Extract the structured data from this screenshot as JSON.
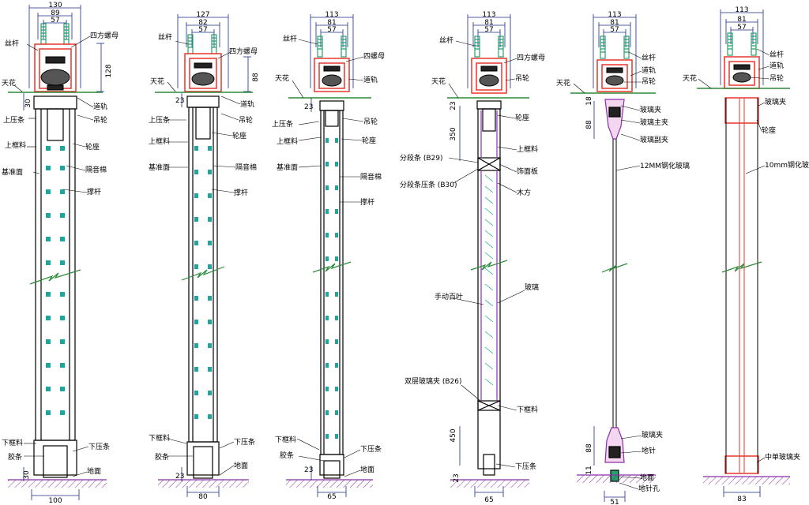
{
  "colors": {
    "frame": "#000000",
    "dim_line": "#1a2a8a",
    "track": "#e8362d",
    "acoustic": "#1fa59a",
    "rod": "#24a06b",
    "glass_inner": "#8b2fa6",
    "floor_hatch": "#8b2fa6",
    "ceiling": "#2d8a3a"
  },
  "panels": [
    {
      "id": "p1",
      "dims": {
        "top_outer": "130",
        "top_mid": "89",
        "top_inner": "57",
        "side_height": "128",
        "upper_gap": "30",
        "bottom_gap": "30",
        "base_width": "100"
      },
      "labels_left": [
        "丝杆",
        "天花",
        "上压条",
        "上框料",
        "基准面",
        "下框料",
        "胶条"
      ],
      "labels_right": [
        "四方螺母",
        "道轨",
        "吊轮",
        "轮座",
        "隔音棉",
        "撑杆",
        "下压条",
        "地面"
      ]
    },
    {
      "id": "p2",
      "dims": {
        "top_outer": "127",
        "top_mid": "82",
        "top_inner": "57",
        "side_height": "88",
        "upper_gap": "23",
        "bottom_gap": "23",
        "base_width": "80"
      },
      "labels_left": [
        "丝杆",
        "天花",
        "上压条",
        "上框料",
        "基准面",
        "下框料",
        "胶条"
      ],
      "labels_right": [
        "四方螺母",
        "道轨",
        "吊轮",
        "轮座",
        "隔音棉",
        "撑杆",
        "下压条",
        "地面"
      ]
    },
    {
      "id": "p3",
      "dims": {
        "top_outer": "113",
        "top_mid": "81",
        "top_inner": "57",
        "upper_gap": "23",
        "bottom_gap": "23",
        "base_width": "65"
      },
      "labels_left": [
        "丝杆",
        "天花",
        "上压条",
        "上框料",
        "基准面",
        "下框料",
        "胶条"
      ],
      "labels_right": [
        "四螺母",
        "道轨",
        "吊轮",
        "轮座",
        "隔音棉",
        "撑杆",
        "下压条",
        "地面"
      ]
    },
    {
      "id": "p4",
      "dims": {
        "top_outer": "113",
        "top_mid": "81",
        "top_inner": "57",
        "upper_gap": "23",
        "segment": "350",
        "lower_segment": "450",
        "bottom_gap": "23",
        "base_width": "65"
      },
      "labels_left": [
        "丝杆",
        "天花",
        "分段条 (B29)",
        "分段条压条 (B30)",
        "手动百叶",
        "双层玻璃夹 (B26)"
      ],
      "labels_right": [
        "四方螺母",
        "吊轮",
        "轮座",
        "上框料",
        "饰面板",
        "木方",
        "玻璃",
        "下框料",
        "下压条"
      ]
    },
    {
      "id": "p5",
      "dims": {
        "top_outer": "113",
        "top_mid": "81",
        "top_inner": "57",
        "upper_gap": "18",
        "clamp_height": "88",
        "bottom_clamp": "88",
        "bottom_gap": "11",
        "base_width": "51"
      },
      "labels_left": [
        "天花"
      ],
      "labels_right": [
        "丝杆",
        "道轨",
        "吊轮",
        "玻璃夹",
        "玻璃主夹",
        "玻璃副夹",
        "12MM钢化玻璃",
        "玻璃夹",
        "地针",
        "地面",
        "地针孔"
      ]
    },
    {
      "id": "p6",
      "dims": {
        "top_outer": "113",
        "top_mid": "81",
        "top_inner": "57",
        "base_width": "83"
      },
      "labels_left": [
        "天花"
      ],
      "labels_right": [
        "丝杆",
        "道轨",
        "吊轮",
        "玻璃夹",
        "轮座",
        "10mm钢化玻璃",
        "中单玻璃夹"
      ]
    }
  ]
}
